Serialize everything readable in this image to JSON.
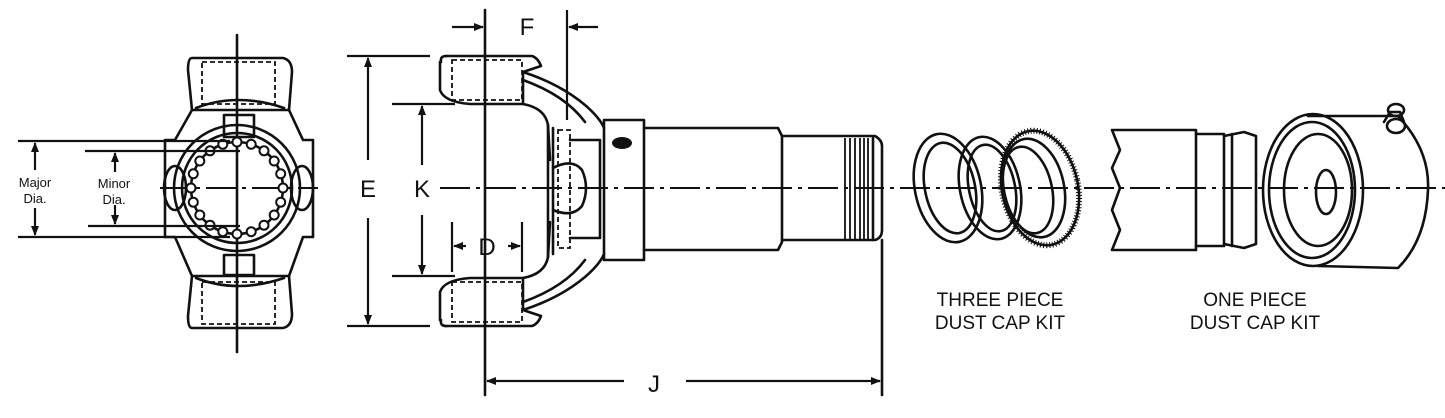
{
  "diagram": {
    "type": "technical-drawing",
    "subject": "slip yoke assembly with dust cap kits",
    "colors": {
      "line": "#111111",
      "background": "#ffffff"
    },
    "end_view": {
      "labels": {
        "major_line1": "Major",
        "major_line2": "Dia.",
        "minor_line1": "Minor",
        "minor_line2": "Dia."
      }
    },
    "side_view": {
      "dimensions": {
        "E": "E",
        "K": "K",
        "D": "D",
        "F": "F",
        "J": "J"
      }
    },
    "kits": [
      {
        "line1": "THREE PIECE",
        "line2": "DUST CAP KIT"
      },
      {
        "line1": "ONE PIECE",
        "line2": "DUST CAP KIT"
      }
    ]
  }
}
